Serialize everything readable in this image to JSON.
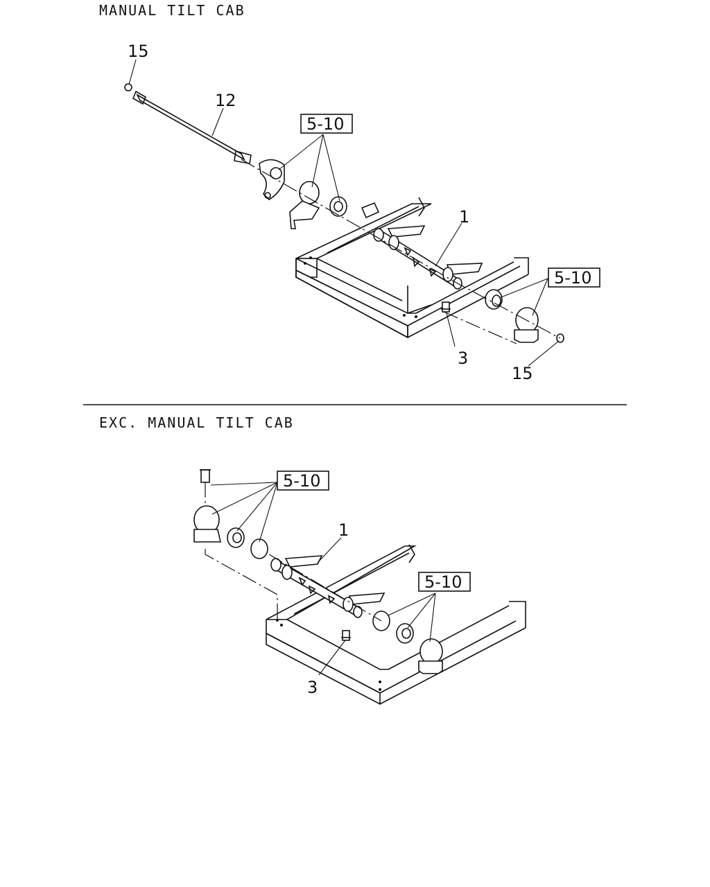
{
  "sections": [
    {
      "title": "MANUAL TILT CAB",
      "callouts": {
        "c15a": "15",
        "c12": "12",
        "box1": "5-10",
        "c1": "1",
        "box2": "5-10",
        "c3": "3",
        "c15b": "15"
      }
    },
    {
      "title": "EXC. MANUAL TILT CAB",
      "callouts": {
        "box1": "5-10",
        "c1": "1",
        "box2": "5-10",
        "c3": "3"
      }
    }
  ]
}
